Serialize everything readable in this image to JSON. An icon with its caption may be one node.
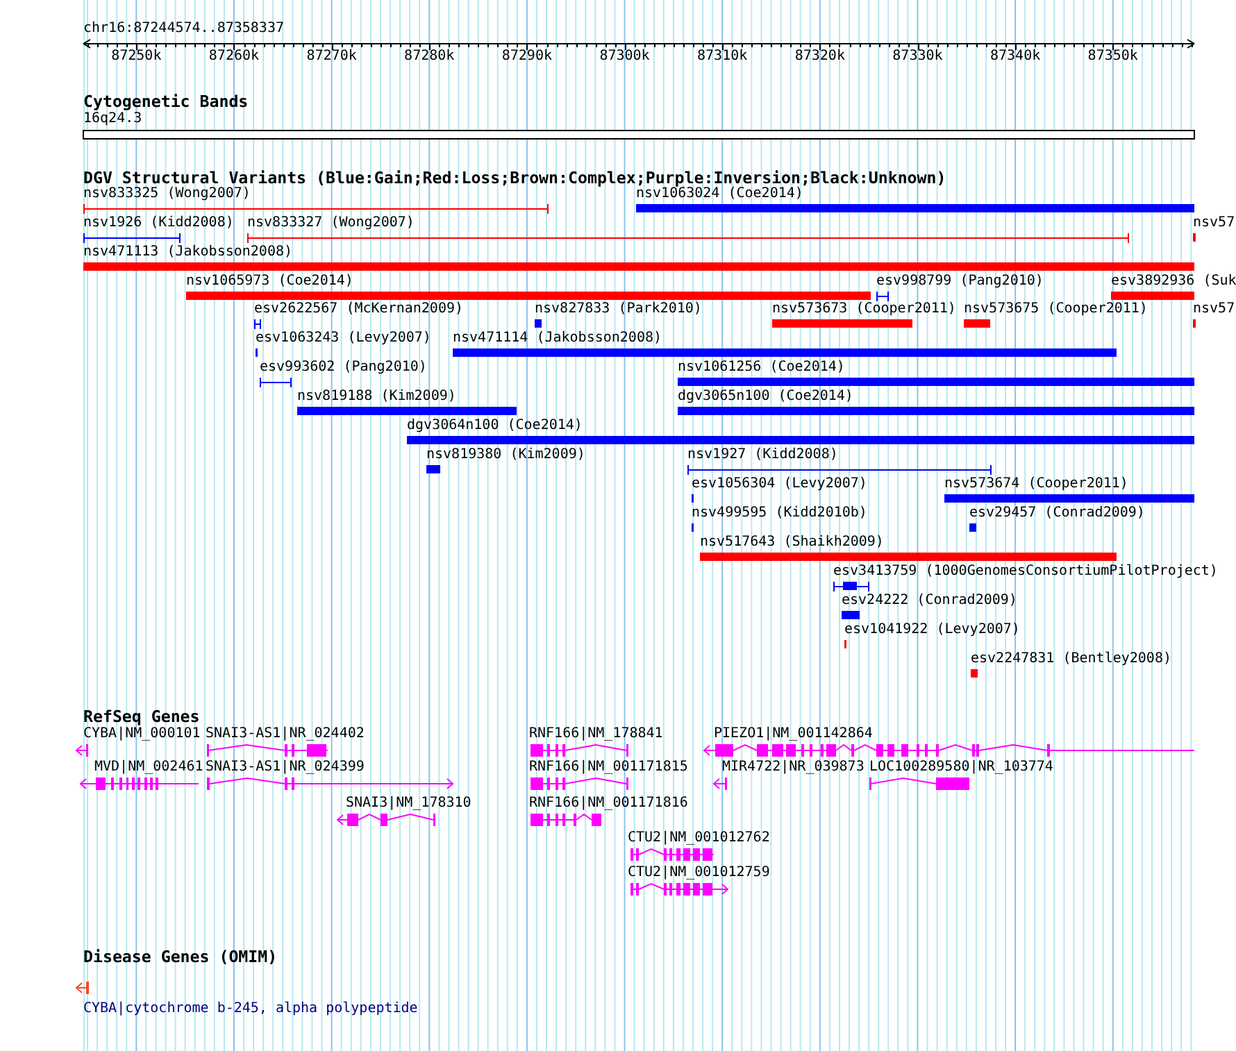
{
  "diagram": {
    "labels": [
      "chr16:87244574..87358337",
      "87250k",
      "87260k",
      "87270k",
      "87280k",
      "87290k",
      "87300k",
      "87310k",
      "87320k",
      "87330k",
      "87340k",
      "87350k",
      "Cytogenetic Bands",
      "16q24.3",
      "DGV Structural Variants (Blue:Gain;Red:Loss;Brown:Complex;Purple:Inversion;Black:Unknown)",
      "nsv833325 (Wong2007)",
      "nsv1063024 (Coe2014)",
      "nsv1926 (Kidd2008)",
      "nsv833327 (Wong2007)",
      "nsv57",
      "nsv471113 (Jakobsson2008)",
      "nsv1065973 (Coe2014)",
      "esv998799 (Pang2010)",
      "esv3892936 (Suk",
      "esv2622567 (McKernan2009)",
      "nsv827833 (Park2010)",
      "nsv573673 (Cooper2011)",
      "nsv573675 (Cooper2011)",
      "nsv57",
      "esv1063243 (Levy2007)",
      "nsv471114 (Jakobsson2008)",
      "esv993602 (Pang2010)",
      "nsv1061256 (Coe2014)",
      "nsv819188 (Kim2009)",
      "dgv3065n100 (Coe2014)",
      "dgv3064n100 (Coe2014)",
      "nsv819380 (Kim2009)",
      "nsv1927 (Kidd2008)",
      "esv1056304 (Levy2007)",
      "nsv573674 (Cooper2011)",
      "nsv499595 (Kidd2010b)",
      "esv29457 (Conrad2009)",
      "nsv517643 (Shaikh2009)",
      "esv3413759 (1000GenomesConsortiumPilotProject)",
      "esv24222 (Conrad2009)",
      "esv1041922 (Levy2007)",
      "esv2247831 (Bentley2008)",
      "RefSeq Genes",
      "CYBA|NM_000101",
      "SNAI3-AS1|NR_024402",
      "RNF166|NM_178841",
      "PIEZO1|NM_001142864",
      "MVD|NM_002461",
      "SNAI3-AS1|NR_024399",
      "RNF166|NM_001171815",
      "MIR4722|NR_039873",
      "LOC100289580|NR_103774",
      "SNAI3|NM_178310",
      "RNF166|NM_001171816",
      "CTU2|NM_001012762",
      "CTU2|NM_001012759",
      "Disease Genes (OMIM)",
      "CYBA|cytochrome b-245, alpha polypeptide"
    ]
  }
}
